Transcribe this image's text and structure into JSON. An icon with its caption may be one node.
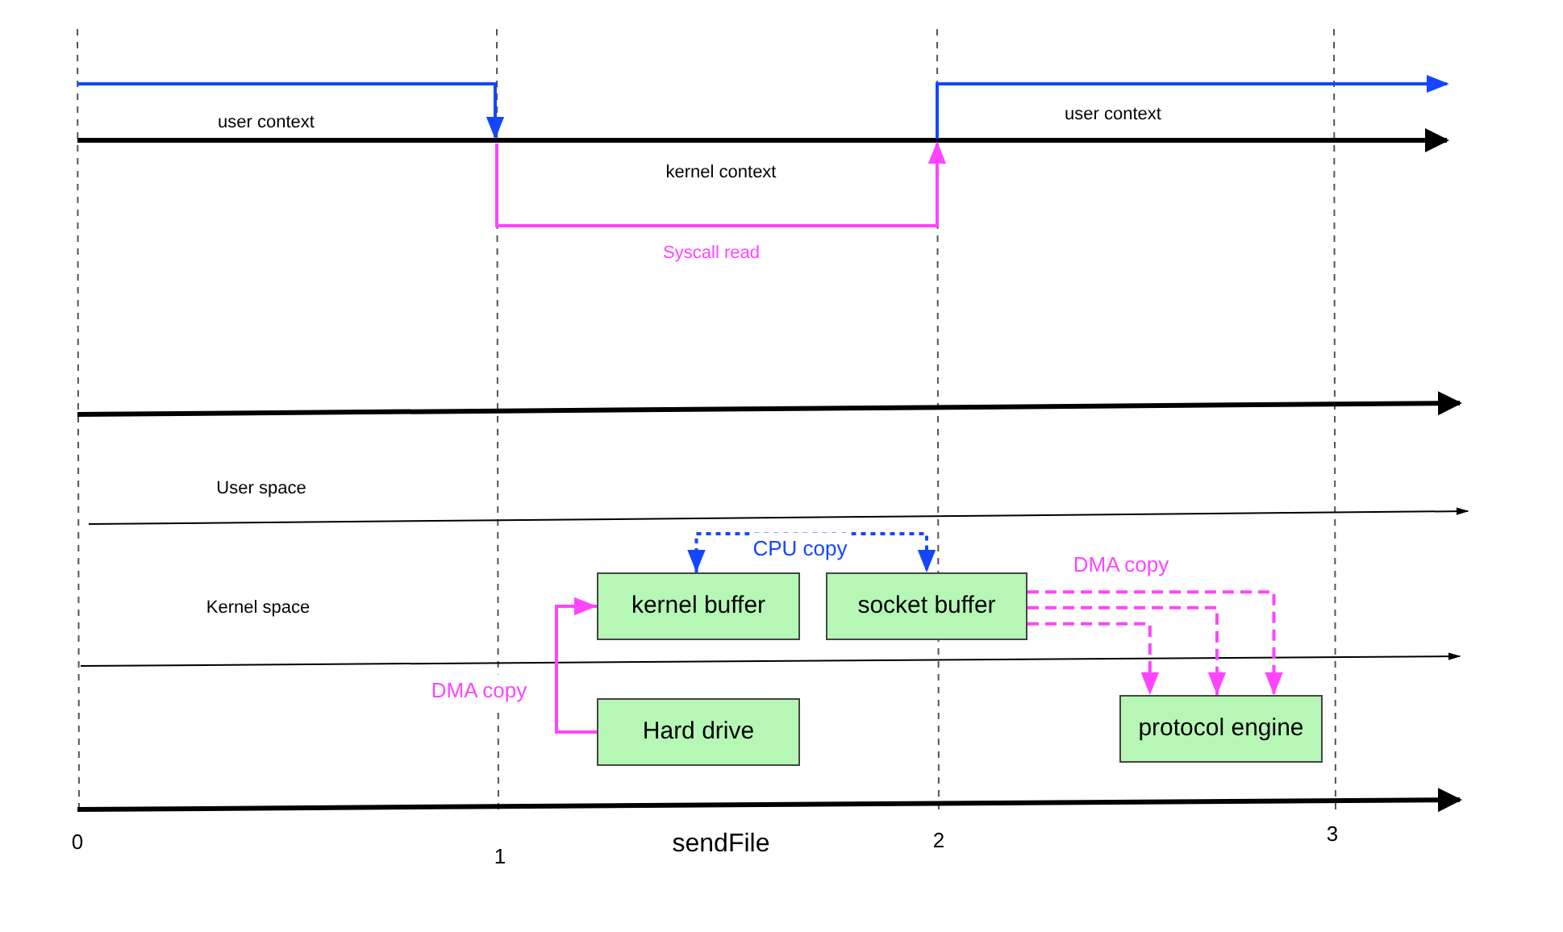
{
  "diagram": {
    "nodes": [
      {
        "text": [
          "kernel buffer"
        ]
      },
      {
        "text": [
          "socket buffer"
        ]
      },
      {
        "text": [
          "Hard drive"
        ]
      },
      {
        "text": [
          "protocol engine"
        ]
      }
    ],
    "edges": [
      {
        "from": 0,
        "to": 1,
        "arrow": "both",
        "label": "CPU copy",
        "style": "dashed",
        "color": "#1446ff"
      },
      {
        "from": 2,
        "to": 0,
        "arrow": "to",
        "label": "DMA copy",
        "color": "#ff44ff"
      },
      {
        "from": 1,
        "to": 3,
        "arrow": "to",
        "label": "DMA copy",
        "style": "dashed",
        "color": "#ff44ff"
      },
      {
        "from": 1,
        "to": 3,
        "arrow": "to",
        "style": "dashed",
        "color": "#ff44ff"
      },
      {
        "from": 1,
        "to": 3,
        "arrow": "to",
        "style": "dashed",
        "color": "#ff44ff"
      }
    ],
    "labels": [
      "user context",
      "user context",
      "kernel context",
      "Syscall read",
      "User space",
      "Kernel space",
      "0",
      "1",
      "sendFile",
      "2",
      "3"
    ]
  }
}
